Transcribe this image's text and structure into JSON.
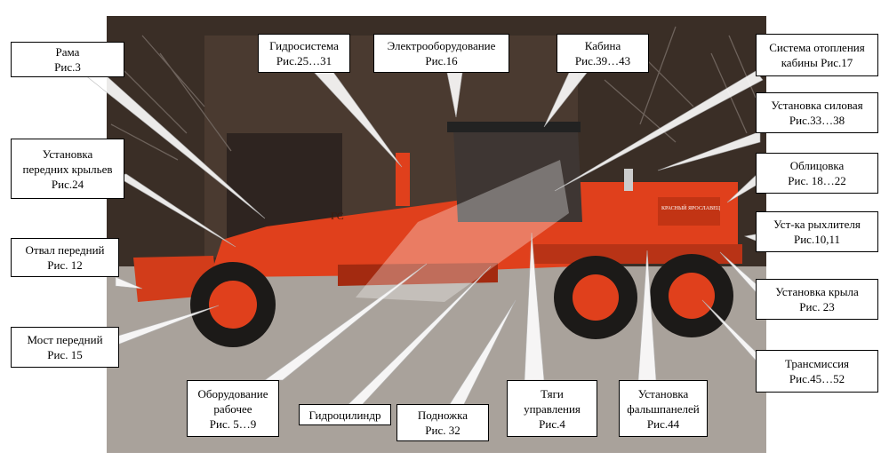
{
  "colors": {
    "machine": "#e0401c",
    "machine_dark": "#a32a10",
    "tire": "#1c1a18",
    "forest": "#3a2e26",
    "ground": "#a9a29b",
    "leader": "#ffffff"
  },
  "labels": [
    {
      "id": "frame",
      "line1": "Рама",
      "line2": "Рис.3"
    },
    {
      "id": "hydraulic-system",
      "line1": "Гидросистема",
      "line2": "Рис.25…31"
    },
    {
      "id": "electrical",
      "line1": "Электрооборудование",
      "line2": "Рис.16"
    },
    {
      "id": "cab",
      "line1": "Кабина",
      "line2": "Рис.39…43"
    },
    {
      "id": "cab-heating",
      "line1": "Система отопления",
      "line2": "кабины Рис.17"
    },
    {
      "id": "power-unit",
      "line1": "Установка силовая",
      "line2": "Рис.33…38"
    },
    {
      "id": "front-wings",
      "line1": "Установка",
      "line2": "передних крыльев",
      "line3": "Рис.24"
    },
    {
      "id": "cladding",
      "line1": "Облицовка",
      "line2": "Рис. 18…22"
    },
    {
      "id": "ripper",
      "line1": "Уст-ка рыхлителя",
      "line2": "Рис.10,11"
    },
    {
      "id": "front-blade",
      "line1": "Отвал передний",
      "line2": "Рис. 12"
    },
    {
      "id": "wing",
      "line1": "Установка крыла",
      "line2": "Рис. 23"
    },
    {
      "id": "front-axle",
      "line1": "Мост передний",
      "line2": "Рис. 15"
    },
    {
      "id": "transmission",
      "line1": "Трансмиссия",
      "line2": "Рис.45…52"
    },
    {
      "id": "work-equipment",
      "line1": "Оборудование",
      "line2": "рабочее",
      "line3": "Рис. 5…9"
    },
    {
      "id": "hydraulic-cylinder",
      "line1": "Гидроцилиндр"
    },
    {
      "id": "footstep",
      "line1": "Подножка",
      "line2": "Рис. 32"
    },
    {
      "id": "control-rods",
      "line1": "Тяги",
      "line2": "управления",
      "line3": "Рис.4"
    },
    {
      "id": "false-panels",
      "line1": "Установка",
      "line2": "фальшпанелей",
      "line3": "Рис.44"
    }
  ],
  "machine_text": {
    "cab_badge": "КРАСНЫЙ ЯРОСЛАВЕЦ",
    "frame_marking": "ГС"
  }
}
